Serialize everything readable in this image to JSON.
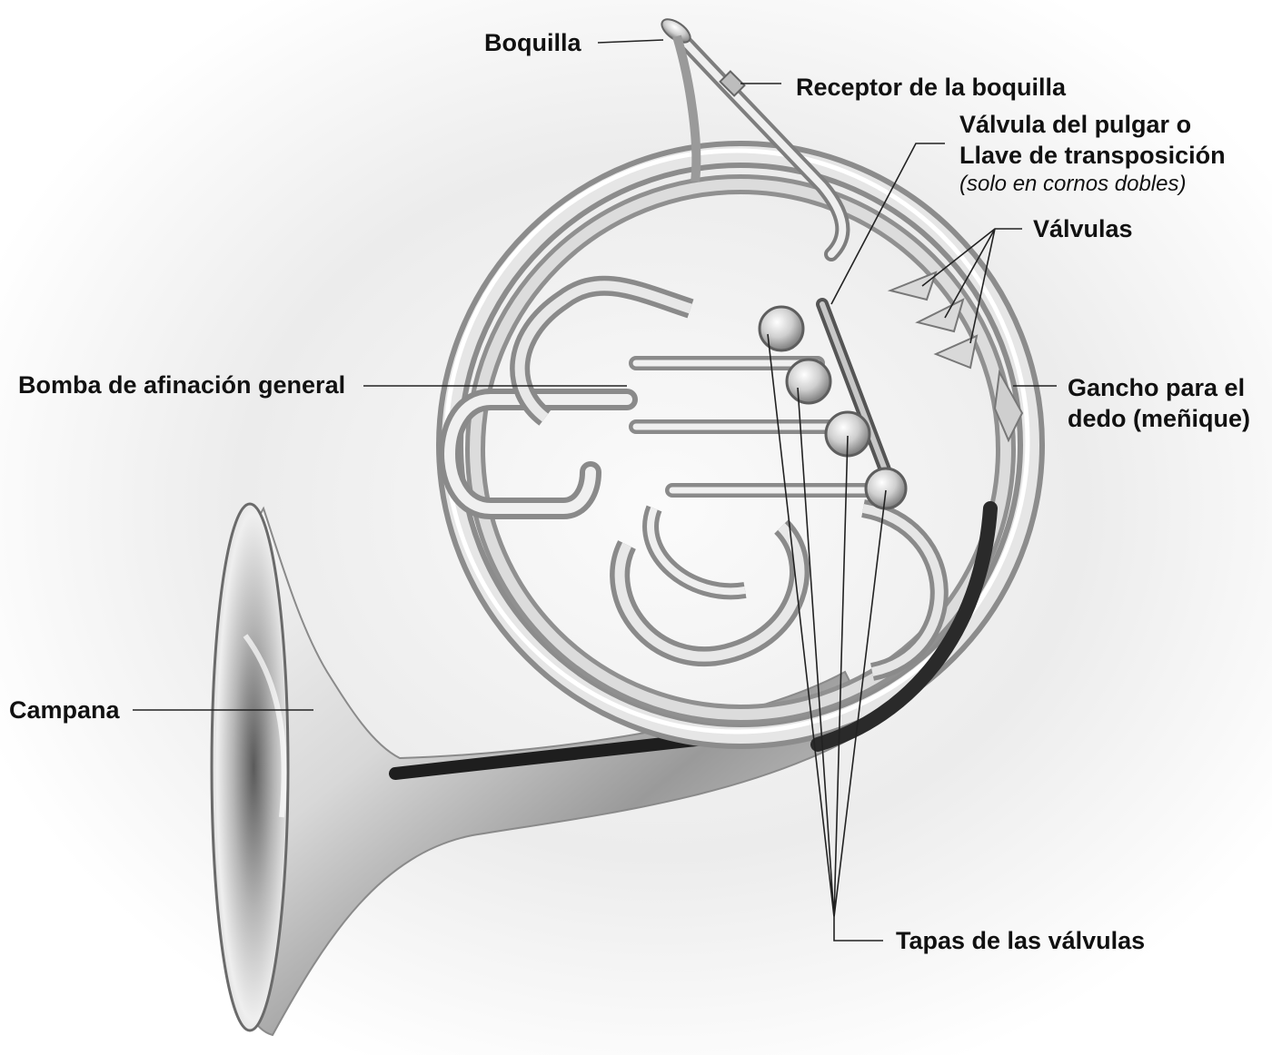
{
  "labels": {
    "boquilla": "Boquilla",
    "receptor": "Receptor de la boquilla",
    "valvula_pulgar_line1": "Válvula del pulgar o",
    "valvula_pulgar_line2": "Llave de transposición",
    "valvula_pulgar_note": "(solo en cornos dobles)",
    "valvulas": "Válvulas",
    "bomba": "Bomba de afinación general",
    "gancho_line1": "Gancho para el",
    "gancho_line2": "dedo (meñique)",
    "campana": "Campana",
    "tapas": "Tapas de las válvulas"
  },
  "colors": {
    "metal_light": "#f4f4f4",
    "metal_mid": "#c9c9c9",
    "metal_dark": "#6e6e6e",
    "leader_line": "#222222",
    "text": "#111111"
  }
}
